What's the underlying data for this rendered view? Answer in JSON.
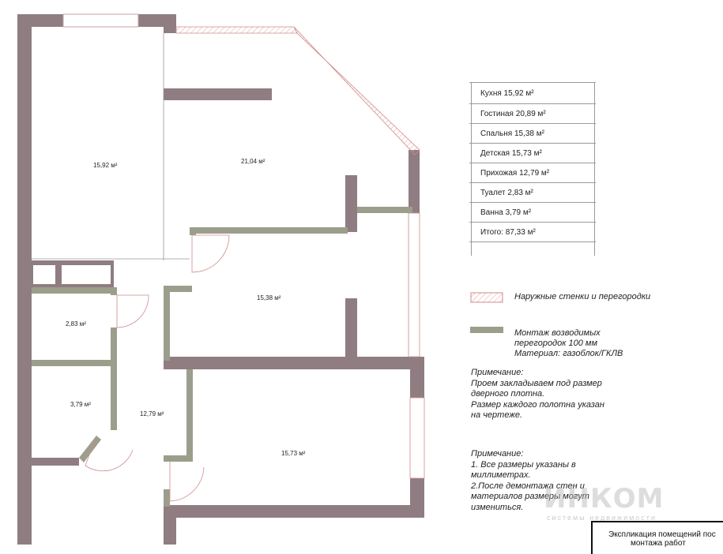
{
  "rooms": {
    "kitchen_area": "15,92 м²",
    "living_area": "21,04 м²",
    "bedroom_area": "15,38 м²",
    "toilet_area": "2,83 м²",
    "bath_area": "3,79 м²",
    "hall_area": "12,79 м²",
    "nursery_area": "15,73 м²"
  },
  "explication": {
    "rows": [
      "Кухня 15,92 м²",
      "Гостиная 20,89 м²",
      "Спальня 15,38 м²",
      "Детская 15,73 м²",
      "Прихожая 12,79  м²",
      "Туалет 2,83 м²",
      "Ванна 3,79 м²",
      "Итого: 87,33 м²"
    ]
  },
  "legend": {
    "outer_walls": "Наружные стенки и перегородки",
    "new_partitions": [
      "Монтаж возводимых",
      "перегородок 100 мм",
      "Материал: газоблок/ГКЛВ"
    ]
  },
  "note1": {
    "title": "Примечание:",
    "lines": [
      "Проем закладываем под размер",
      "дверного плотна.",
      "Размер каждого полотна указан",
      "на чертеже."
    ]
  },
  "note2": {
    "title": "Примечание:",
    "lines": [
      "1. Все размеры указаны в",
      "миллиметрах.",
      "2.После демонтажа стен и",
      "материалов размеры могут",
      "измениться."
    ]
  },
  "watermark": {
    "brand": "ИНКОМ",
    "sub": "системы недвижимости"
  },
  "corner": {
    "line1": "Экспликация помещений пос",
    "line2": "монтажа работ"
  },
  "colors": {
    "outer_wall": "#8f7d82",
    "new_partition": "#9c9e8c",
    "window_line": "#d08a8a",
    "hatch": "#e8a0a0"
  }
}
